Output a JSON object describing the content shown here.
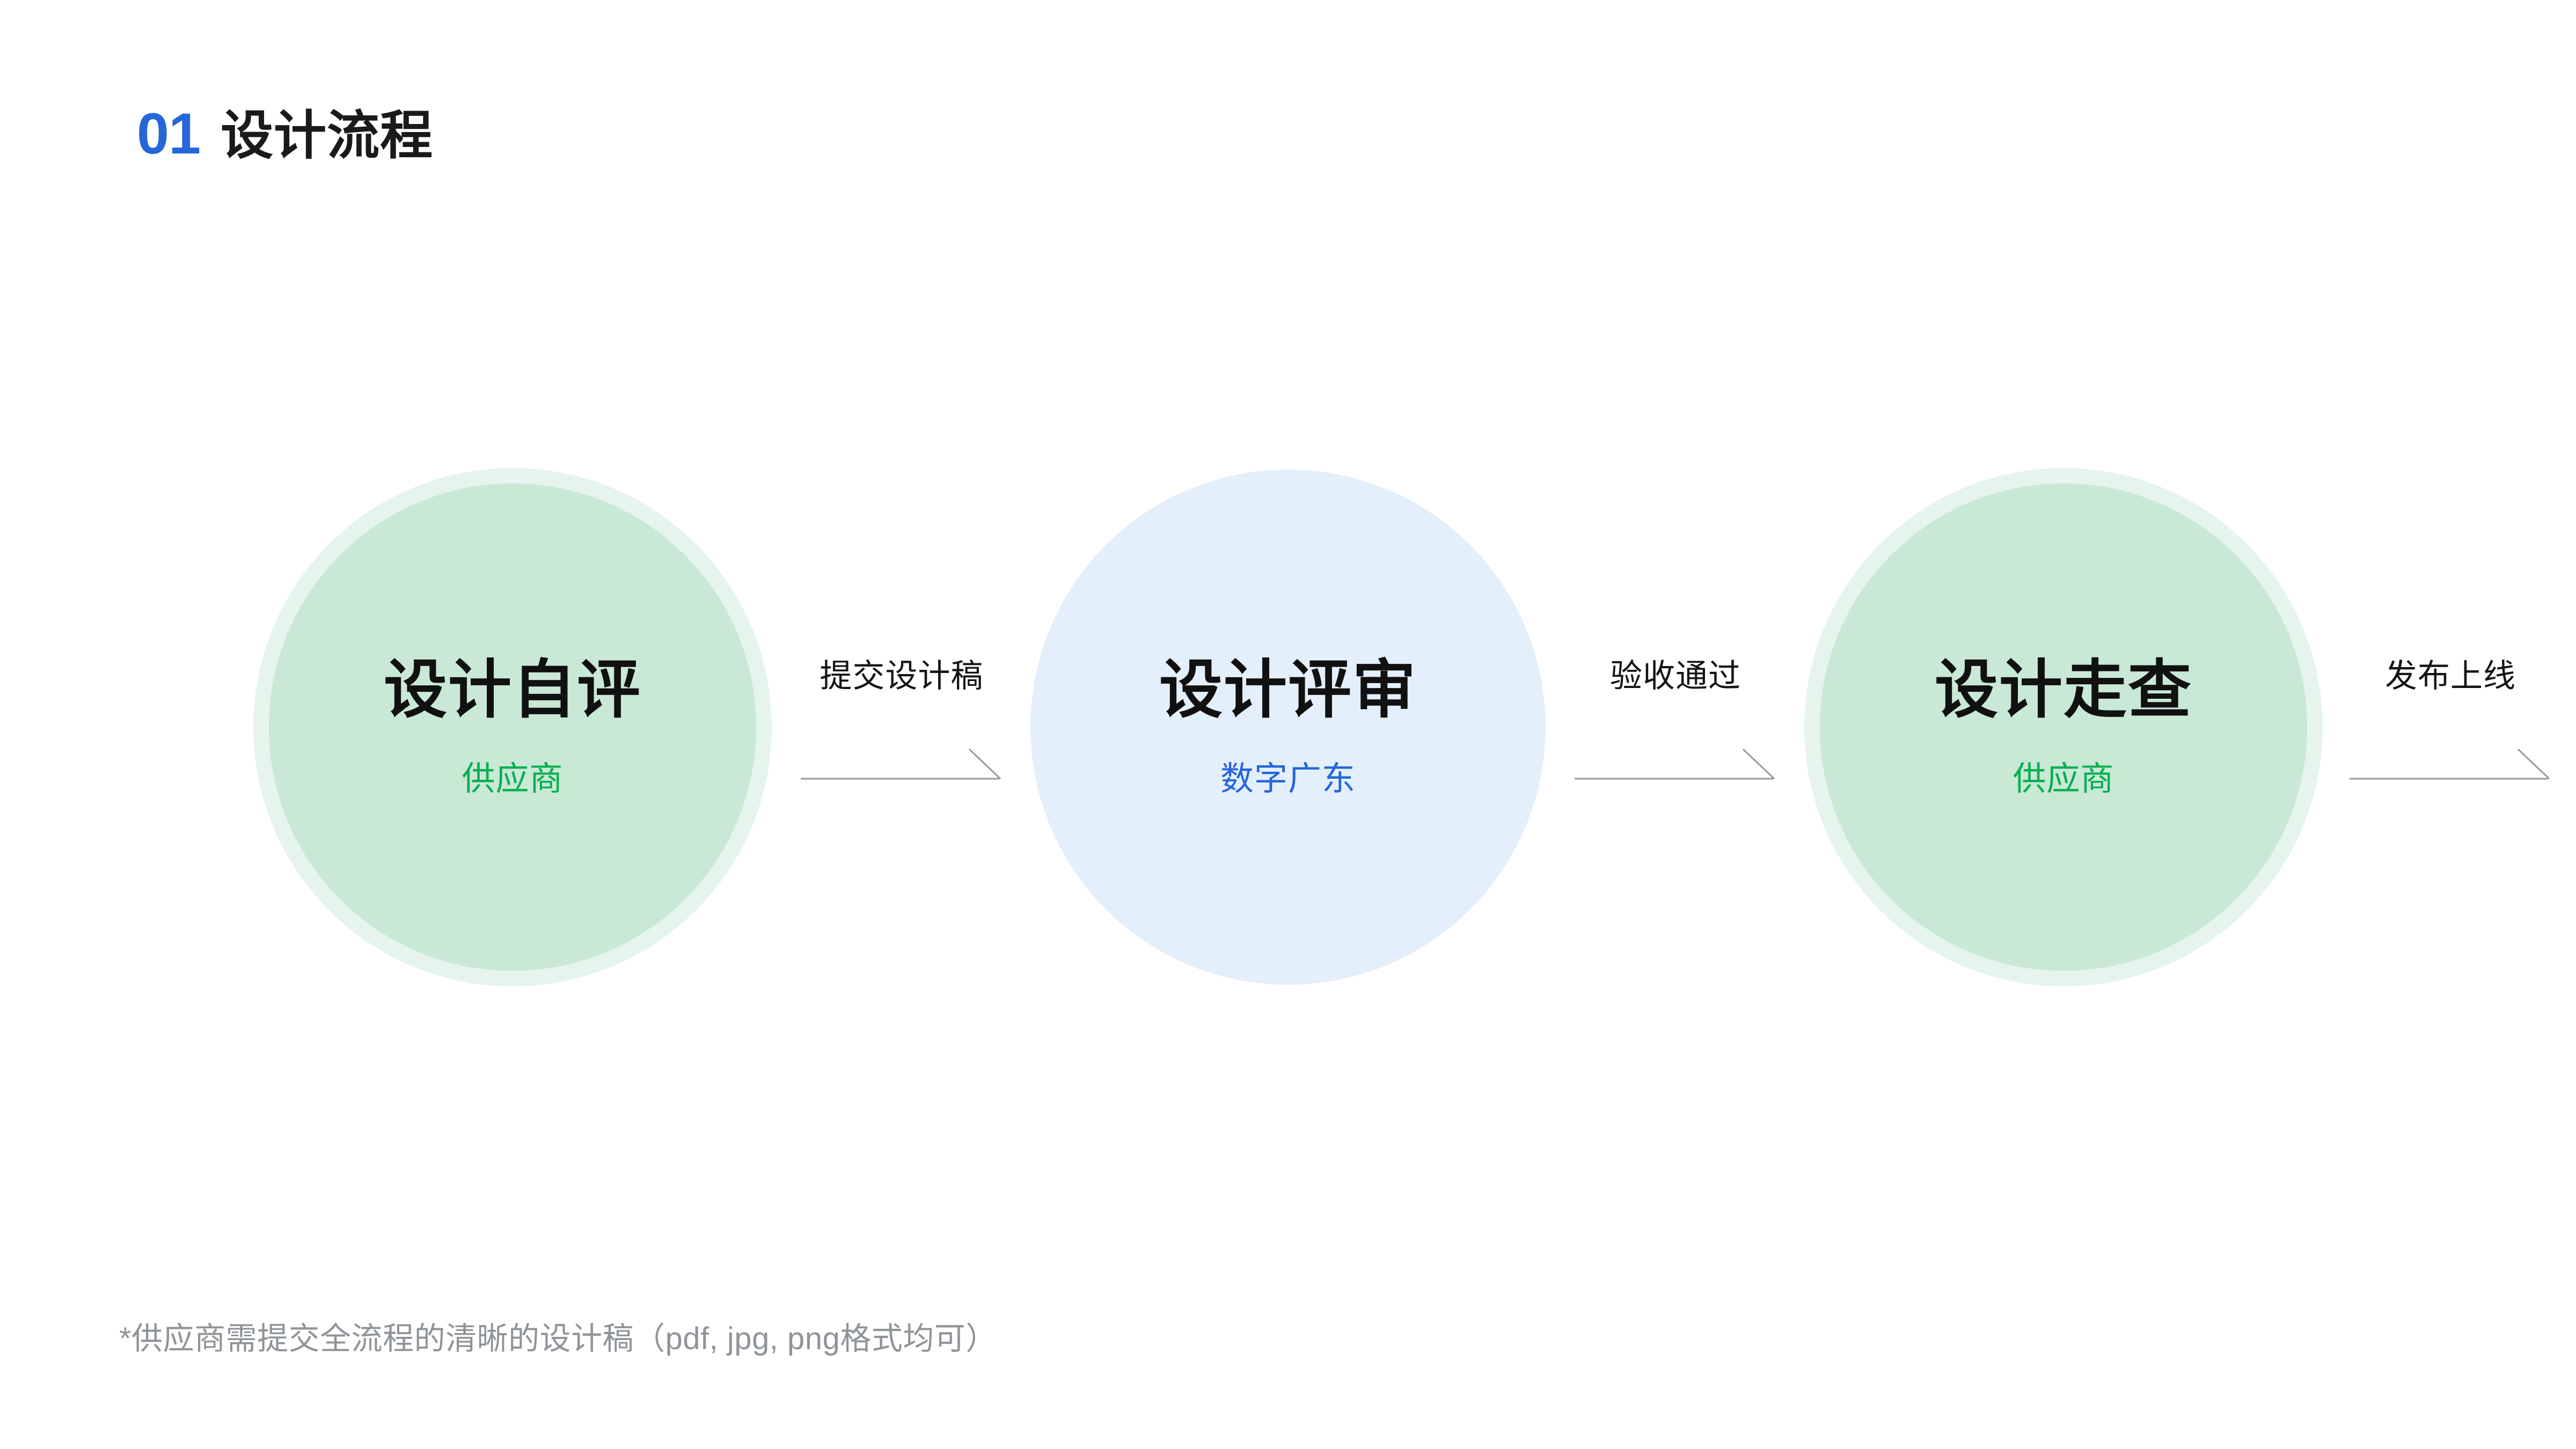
{
  "header": {
    "number": "01",
    "title": "设计流程",
    "number_color": "#2566D8",
    "title_color": "#1A1A1A"
  },
  "flow": {
    "nodes": [
      {
        "title": "设计自评",
        "owner": "供应商",
        "owner_color": "#06AF51",
        "fill": "#C9E8D6",
        "ring": "#E5F4EC"
      },
      {
        "title": "设计评审",
        "owner": "数字广东",
        "owner_color": "#2566D8",
        "fill": "#E3EFFB",
        "ring": "none"
      },
      {
        "title": "设计走查",
        "owner": "供应商",
        "owner_color": "#06AF51",
        "fill": "#C9E8D6",
        "ring": "#E5F4EC"
      }
    ],
    "connectors": [
      {
        "label": "提交设计稿",
        "icon": "arrow-right-icon"
      },
      {
        "label": "验收通过",
        "icon": "arrow-right-icon"
      },
      {
        "label": "发布上线",
        "icon": "arrow-right-icon"
      }
    ],
    "arrow_color": "#9A9A9A"
  },
  "footnote": {
    "text": "*供应商需提交全流程的清晰的设计稿（pdf, jpg, png格式均可）",
    "color": "#8F9499"
  }
}
